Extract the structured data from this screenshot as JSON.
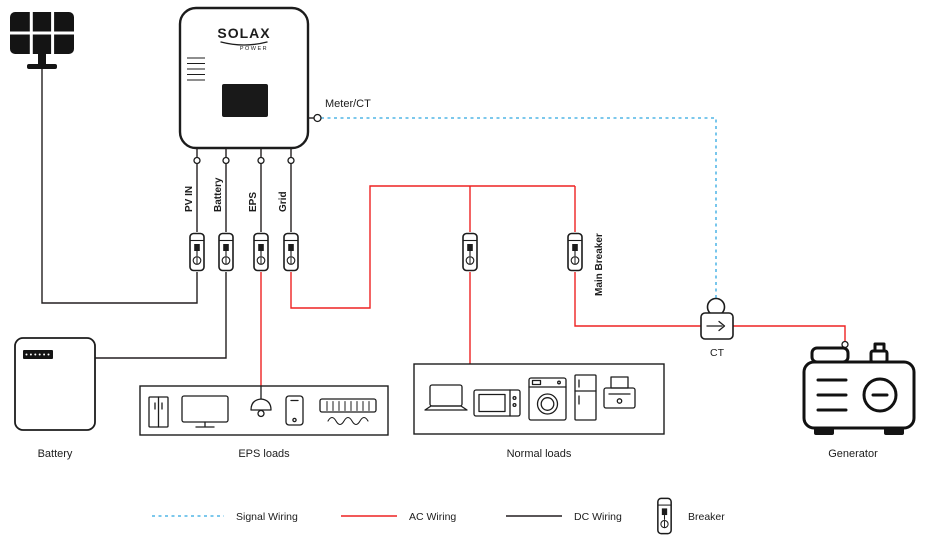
{
  "diagram": {
    "inverter": {
      "brand": "SOLAX",
      "brand_sub": "POWER"
    },
    "ports": [
      {
        "label": "PV IN"
      },
      {
        "label": "Battery"
      },
      {
        "label": "EPS"
      },
      {
        "label": "Grid"
      }
    ],
    "labels": {
      "meter_ct": "Meter/CT",
      "main_breaker": "Main Breaker",
      "ct": "CT",
      "battery": "Battery",
      "eps_loads": "EPS loads",
      "normal_loads": "Normal loads",
      "generator": "Generator"
    },
    "legend": [
      {
        "label": "Signal Wiring",
        "type": "signal"
      },
      {
        "label": "AC Wiring",
        "type": "ac"
      },
      {
        "label": "DC Wiring",
        "type": "dc"
      },
      {
        "label": "Breaker",
        "type": "breaker"
      }
    ],
    "colors": {
      "signal_wiring": "#2fa8e1",
      "ac_wiring": "#ee2222",
      "dc_wiring": "#231f20"
    }
  }
}
